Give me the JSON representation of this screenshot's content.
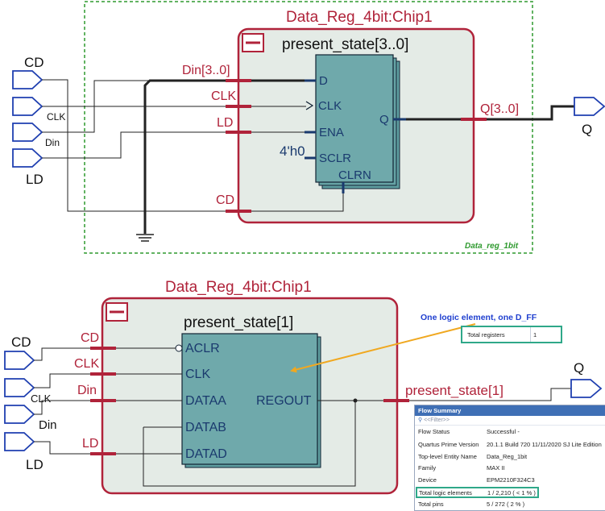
{
  "top_diagram": {
    "instance_title": "Data_Reg_4bit:Chip1",
    "inner_title": "present_state[3..0]",
    "region_label": "Data_reg_1bit",
    "inputs": [
      "CD",
      "CLK",
      "Din",
      "LD"
    ],
    "port_labels": [
      "Din[3..0]",
      "CLK",
      "LD",
      "CD"
    ],
    "ff_pins": [
      "D",
      "CLK",
      "ENA",
      "SCLR",
      "CLRN",
      "Q"
    ],
    "constant": "4'h0",
    "output_bus": "Q[3..0]",
    "output_pin": "Q"
  },
  "bottom_diagram": {
    "instance_title": "Data_Reg_4bit:Chip1",
    "inner_title": "present_state[1]",
    "inputs": [
      "CD",
      "CLK",
      "Din",
      "LD"
    ],
    "port_labels": [
      "CD",
      "CLK",
      "Din",
      "LD"
    ],
    "le_pins": [
      "ACLR",
      "CLK",
      "DATAA",
      "DATAB",
      "DATAD",
      "REGOUT"
    ],
    "output_net": "present_state[1]",
    "output_pin": "Q"
  },
  "annotation": "One logic element, one D_FF",
  "total_registers": {
    "label": "Total registers",
    "value": "1"
  },
  "flow_summary": {
    "title": "Flow Summary",
    "filter_placeholder": "<<Filter>>",
    "rows": [
      {
        "key": "Flow Status",
        "value": "Successful -"
      },
      {
        "key": "Quartus Prime Version",
        "value": "20.1.1 Build 720 11/11/2020 SJ Lite Edition"
      },
      {
        "key": "Top-level Entity Name",
        "value": "Data_Reg_1bit"
      },
      {
        "key": "Family",
        "value": "MAX II"
      },
      {
        "key": "Device",
        "value": "EPM2210F324C3"
      },
      {
        "key": "Total logic elements",
        "value": "1 / 2,210 ( < 1 % )"
      },
      {
        "key": "Total pins",
        "value": "5 / 272 ( 2 % )"
      }
    ]
  },
  "colors": {
    "instance_border": "#b0233a",
    "block_fill": "#6fa9ab",
    "region_border": "#2e9a2e",
    "highlight_box": "#2fa889",
    "arrow": "#f0a820",
    "pin_blue": "#1f3fb0"
  }
}
